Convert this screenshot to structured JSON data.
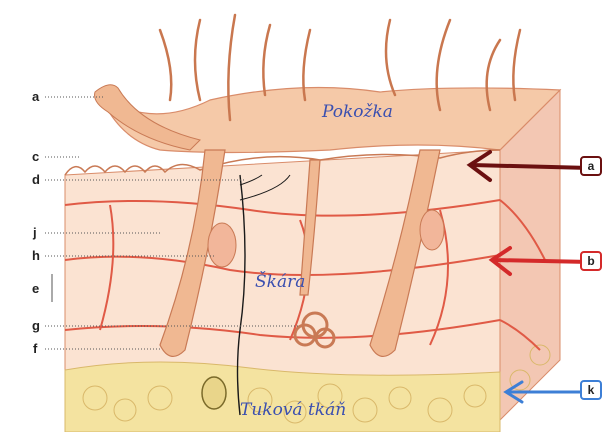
{
  "left_labels": [
    "a",
    "c",
    "d",
    "j",
    "h",
    "e",
    "g",
    "f"
  ],
  "layer_labels": {
    "epidermis": "Pokožka",
    "dermis": "Škára",
    "subcutis": "Tuková tkáň"
  },
  "right_tags": [
    "a",
    "b",
    "k"
  ],
  "colors": {
    "skin": "#f5c9a8",
    "skin_edge": "#d98c6a",
    "dermis": "#fbe3d2",
    "fat": "#f4e3a0",
    "vessel": "#e05a46",
    "hair": "#c9774f",
    "handwriting": "#3a4fb0",
    "arrow_a": "#6b1010",
    "arrow_b": "#d42a2a",
    "arrow_k": "#3d7fd6"
  }
}
